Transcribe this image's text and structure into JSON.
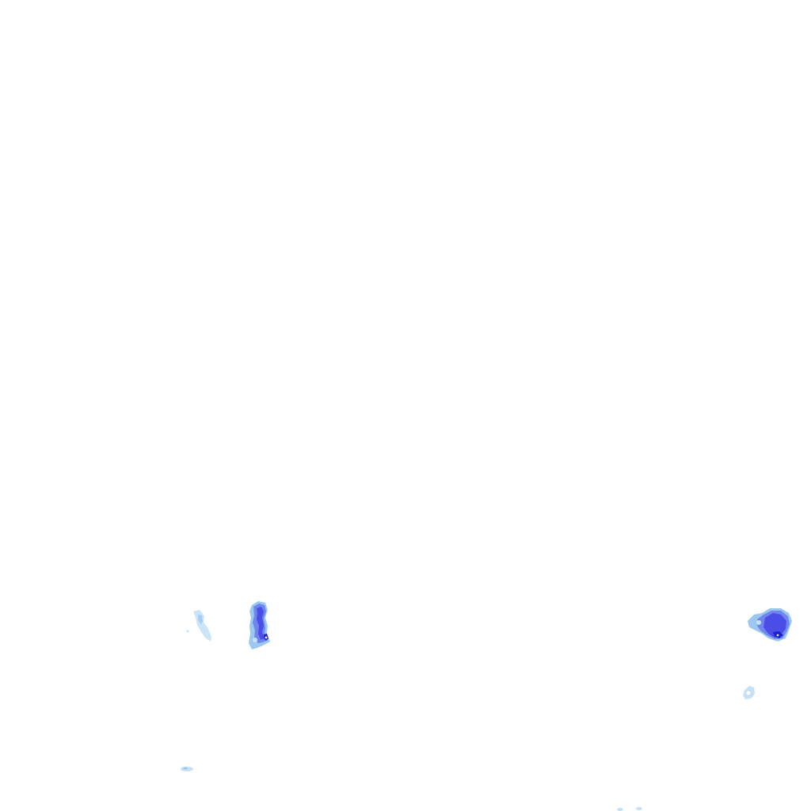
{
  "layer": {
    "type": "precipitation-radar-overlay",
    "background": "#ffffff",
    "intensity_colors": {
      "very_light": "#c6e1f7",
      "light": "#9cc8f0",
      "moderate": "#6f86ee",
      "heavy": "#4a4ee6",
      "very_heavy": "#1f1fd8",
      "extreme": "#ffffff"
    },
    "echo_cells": [
      {
        "name": "echo-cell-west-faint",
        "intensity": "light"
      },
      {
        "name": "echo-cell-west-core",
        "intensity": "heavy"
      },
      {
        "name": "echo-cell-east-core",
        "intensity": "heavy"
      },
      {
        "name": "echo-cell-east-small",
        "intensity": "very_light"
      },
      {
        "name": "echo-cell-southwest-speck",
        "intensity": "very_light"
      },
      {
        "name": "echo-cell-south-speck",
        "intensity": "very_light"
      }
    ]
  }
}
